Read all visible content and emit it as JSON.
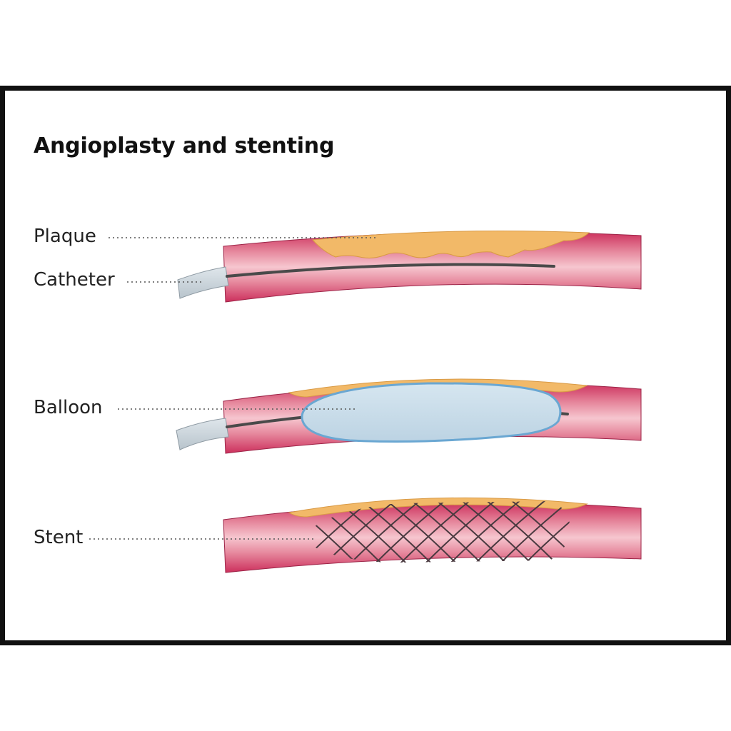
{
  "diagram": {
    "title": "Angioplasty and stenting",
    "labels": {
      "plaque": "Plaque",
      "catheter": "Catheter",
      "balloon": "Balloon",
      "stent": "Stent"
    }
  },
  "colors": {
    "artery_wall": "#d53d67",
    "artery_lumen": "#f3b7c2",
    "plaque": "#f2b968",
    "catheter_sheath": "#c9d3da",
    "guide_wire": "#4a4a4a",
    "balloon": "#c7dbe8",
    "balloon_outline": "#6aa7d2",
    "stent_mesh": "#4a3a40",
    "frame": "#111111"
  }
}
